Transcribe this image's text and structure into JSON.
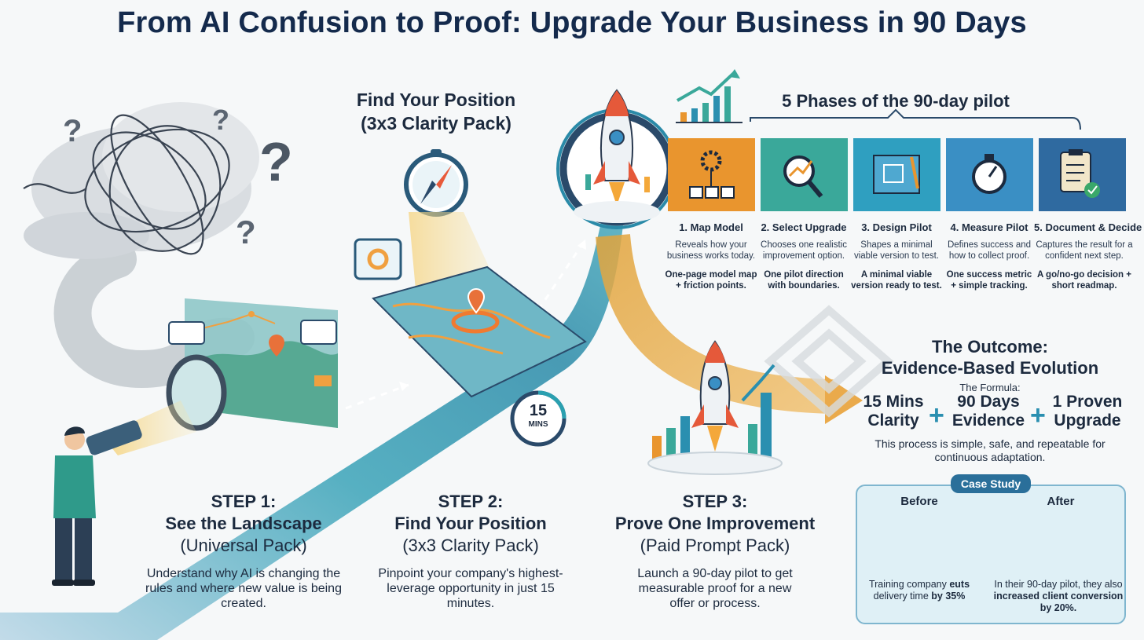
{
  "title": "From AI Confusion to Proof: Upgrade Your Business in 90 Days",
  "find_position": {
    "line1": "Find Your Position",
    "line2": "(3x3 Clarity Pack)"
  },
  "timer_badge": {
    "number": "15",
    "unit": "MINS"
  },
  "phases_title": "5 Phases of the 90-day pilot",
  "phases": [
    {
      "name": "1. Map Model",
      "desc": "Reveals how your business works today.",
      "output": "One-page model map + friction points.",
      "color": "#e9952e",
      "icon": "gear-flow-icon"
    },
    {
      "name": "2. Select Upgrade",
      "desc": "Chooses one realistic improvement option.",
      "output": "One pilot direction with boundaries.",
      "color": "#3aa89a",
      "icon": "magnifier-chart-icon"
    },
    {
      "name": "3. Design Pilot",
      "desc": "Shapes a minimal viable version to test.",
      "output": "A minimal viable version ready to test.",
      "color": "#2f9fc0",
      "icon": "blueprint-icon"
    },
    {
      "name": "4. Measure Pilot",
      "desc": "Defines success and how to collect proof.",
      "output": "One success metric + simple tracking.",
      "color": "#3a8fc4",
      "icon": "stopwatch-icon"
    },
    {
      "name": "5. Document & Decide",
      "desc": "Captures the result for a confident next step.",
      "output": "A go/no-go decision + short readmap.",
      "color": "#2f6aa0",
      "icon": "clipboard-check-icon"
    }
  ],
  "steps": [
    {
      "label": "STEP 1:",
      "title": "See the Landscape",
      "pack": "(Universal Pack)",
      "desc": "Understand why AI is changing the rules and where new value is being created."
    },
    {
      "label": "STEP 2:",
      "title": "Find Your Position",
      "pack": "(3x3 Clarity Pack)",
      "desc": "Pinpoint your company's highest-leverage opportunity in just 15 minutes."
    },
    {
      "label": "STEP 3:",
      "title": "Prove One Improvement",
      "pack": "(Paid Prompt Pack)",
      "desc": "Launch a 90-day pilot to get measurable proof for a new offer or process."
    }
  ],
  "outcome": {
    "title_line1": "The Outcome:",
    "title_line2": "Evidence-Based Evolution",
    "formula_label": "The Formula:",
    "formula": [
      {
        "line1": "15 Mins",
        "line2": "Clarity"
      },
      {
        "line1": "90 Days",
        "line2": "Evidence"
      },
      {
        "line1": "1 Proven",
        "line2": "Upgrade"
      }
    ],
    "plus": "+",
    "note": "This process is simple, safe, and repeatable for continuous adaptation."
  },
  "case_study": {
    "badge": "Case Study",
    "before": "Before",
    "after": "After",
    "left_pre": "Training company ",
    "left_bold1": "euts",
    "left_mid": " delivery time ",
    "left_bold2": "by 35%",
    "right_pre": "In their 90-day pilot, they also ",
    "right_bold": "increased client conversion by 20%."
  },
  "colors": {
    "navy": "#142a4c",
    "teal": "#2a8fb0",
    "orange": "#e9952e"
  }
}
